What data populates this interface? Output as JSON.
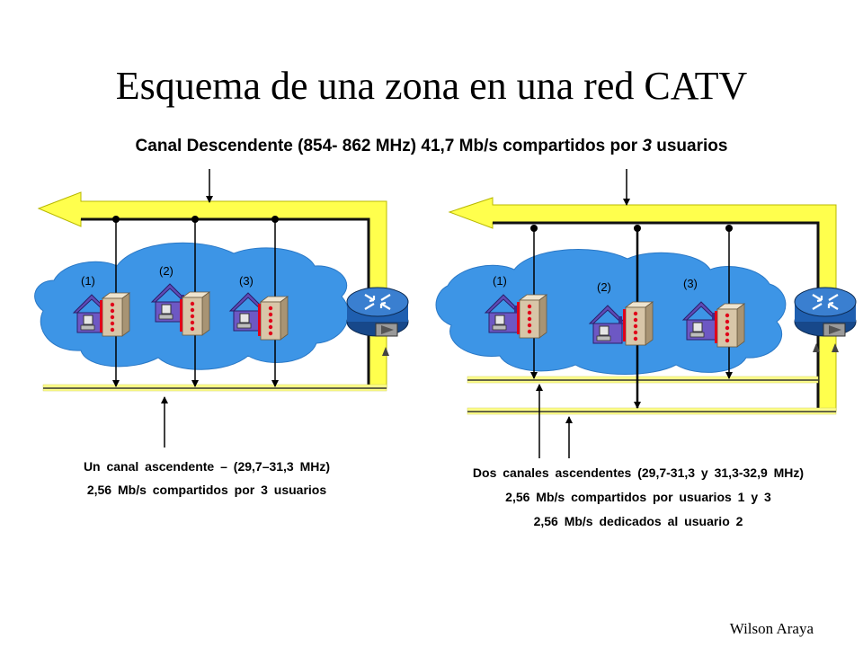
{
  "title": "Esquema de una zona en una red CATV",
  "downstream": {
    "prefix": "Canal Descendente (854- 862 MHz) 41,7 Mb/s compartidos por ",
    "count": "3",
    "suffix": " usuarios"
  },
  "left_scheme": {
    "user_labels": [
      "(1)",
      "(2)",
      "(3)"
    ],
    "caption_line1": "Un canal ascendente – (29,7–31,3 MHz)",
    "caption_line2": "2,56 Mb/s compartidos por 3 usuarios"
  },
  "right_scheme": {
    "user_labels": [
      "(1)",
      "(2)",
      "(3)"
    ],
    "caption_line1": "Dos canales ascendentes (29,7-31,3 y 31,3-32,9 MHz)",
    "caption_line2": "2,56 Mb/s compartidos por usuarios 1 y 3",
    "caption_line3": "2,56 Mb/s dedicados al usuario 2"
  },
  "author": "Wilson Araya",
  "colors": {
    "cloud": "#3d95e6",
    "bus": "#ffff4d",
    "router": "#1f5fb0",
    "house_roof": "#5f4bb6",
    "modem": "#d8c6a8",
    "modem_led": "#e0001a"
  }
}
